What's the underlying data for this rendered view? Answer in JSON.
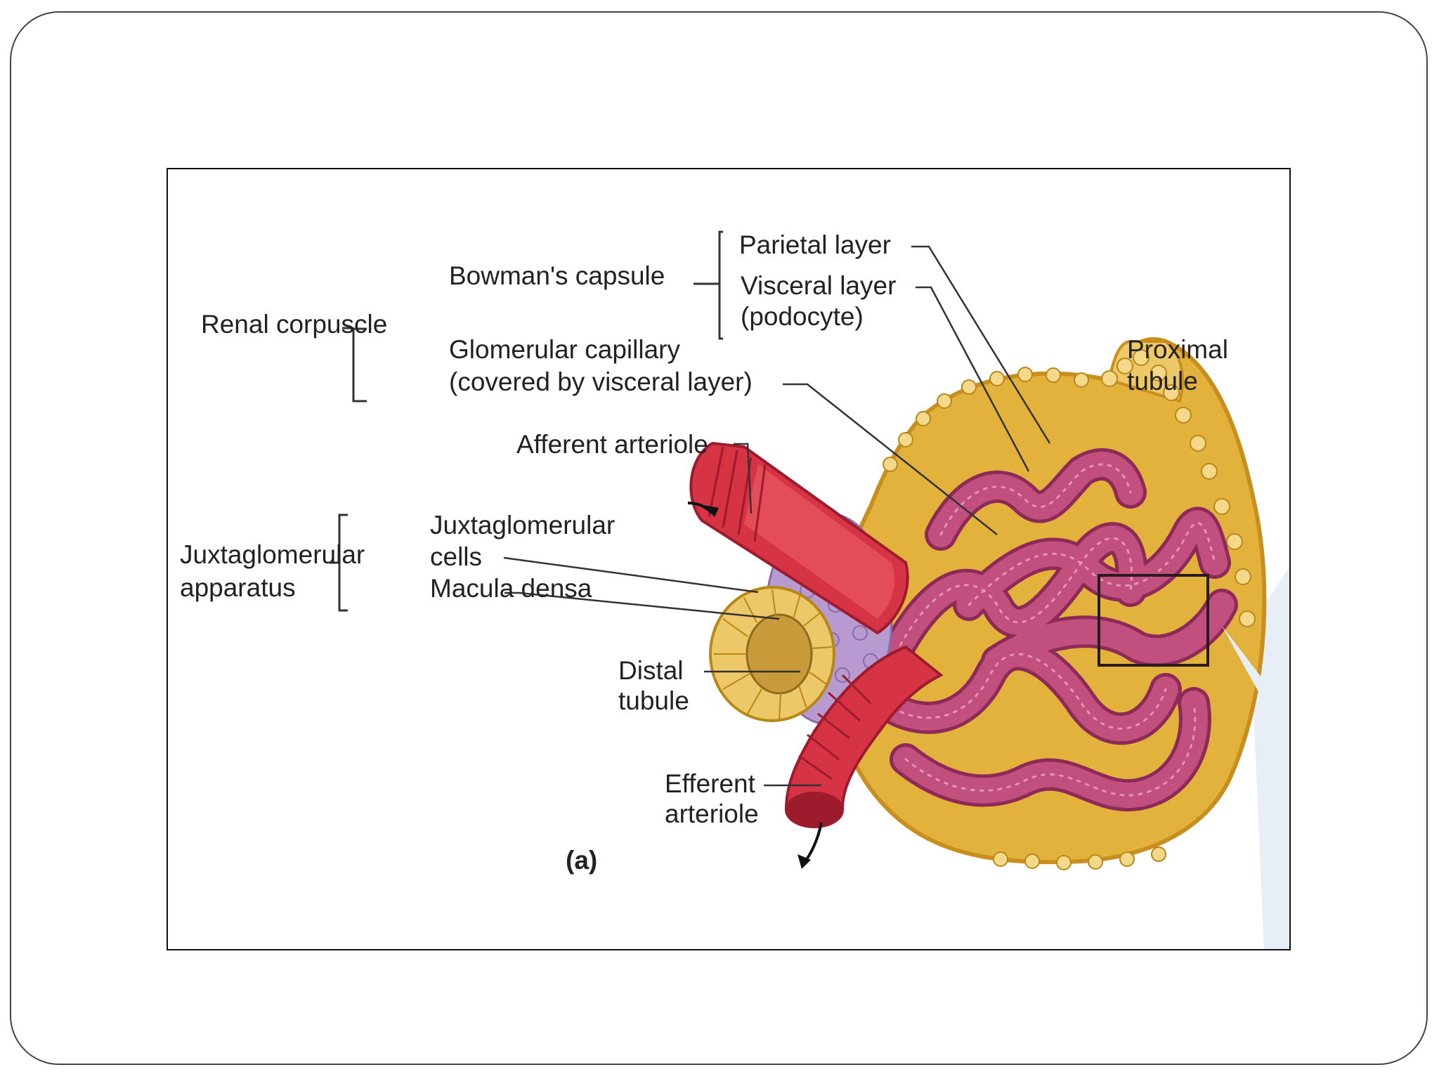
{
  "labels": {
    "renal_corpuscle": "Renal corpuscle",
    "bowmans_capsule": "Bowman's capsule",
    "parietal_layer": "Parietal layer",
    "visceral_layer": "Visceral layer",
    "podocyte": "(podocyte)",
    "glomerular_capillary": "Glomerular capillary",
    "covered_by": "(covered by visceral layer)",
    "proximal": "Proximal",
    "tubule": "tubule",
    "afferent_arteriole": "Afferent arteriole",
    "juxtaglomerular": "Juxtaglomerular",
    "apparatus": "apparatus",
    "jg_cells_1": "Juxtaglomerular",
    "jg_cells_2": "cells",
    "macula_densa": "Macula densa",
    "distal": "Distal",
    "distal_tubule": "tubule",
    "efferent": "Efferent",
    "arteriole": "arteriole",
    "panel_label": "(a)"
  },
  "colors": {
    "capsule": "#e3b23c",
    "capsule_edge": "#c98f1e",
    "capillary": "#c2507e",
    "capillary_dark": "#8e2a58",
    "arteriole": "#d63345",
    "arteriole_dark": "#9c1b2c",
    "cells_purple": "#b79ad0",
    "tubule_yellow": "#ecc868"
  }
}
